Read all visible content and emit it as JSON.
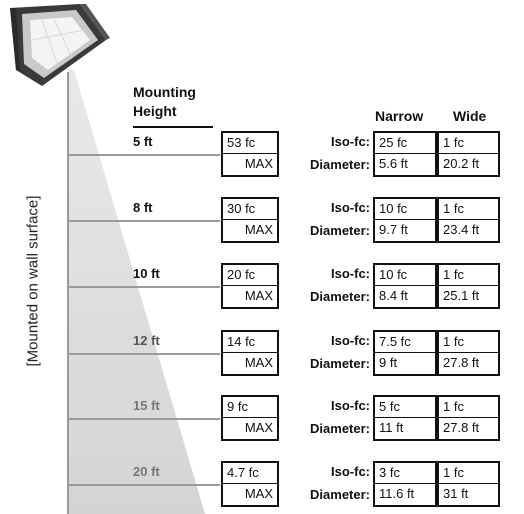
{
  "side_label": "[Mounted on wall surface]",
  "header": {
    "mounting_line1": "Mounting",
    "mounting_line2": "Height",
    "narrow": "Narrow",
    "wide": "Wide"
  },
  "labels": {
    "iso": "Iso-fc:",
    "diameter": "Diameter:",
    "max": "MAX"
  },
  "rows": [
    {
      "height": "5 ft",
      "fc": "53 fc",
      "iso_narrow": "25 fc",
      "iso_wide": "1 fc",
      "dia_narrow": "5.6 ft",
      "dia_wide": "20.2 ft"
    },
    {
      "height": "8 ft",
      "fc": "30 fc",
      "iso_narrow": "10 fc",
      "iso_wide": "1 fc",
      "dia_narrow": "9.7 ft",
      "dia_wide": "23.4 ft"
    },
    {
      "height": "10 ft",
      "fc": "20 fc",
      "iso_narrow": "10 fc",
      "iso_wide": "1 fc",
      "dia_narrow": "8.4 ft",
      "dia_wide": "25.1 ft"
    },
    {
      "height": "12 ft",
      "fc": "14 fc",
      "iso_narrow": "7.5 fc",
      "iso_wide": "1 fc",
      "dia_narrow": "9 ft",
      "dia_wide": "27.8 ft"
    },
    {
      "height": "15 ft",
      "fc": "9 fc",
      "iso_narrow": "5 fc",
      "iso_wide": "1 fc",
      "dia_narrow": "11 ft",
      "dia_wide": "27.8 ft"
    },
    {
      "height": "20 ft",
      "fc": "4.7 fc",
      "iso_narrow": "3 fc",
      "iso_wide": "1 fc",
      "dia_narrow": "11.6 ft",
      "dia_wide": "31 ft"
    }
  ]
}
